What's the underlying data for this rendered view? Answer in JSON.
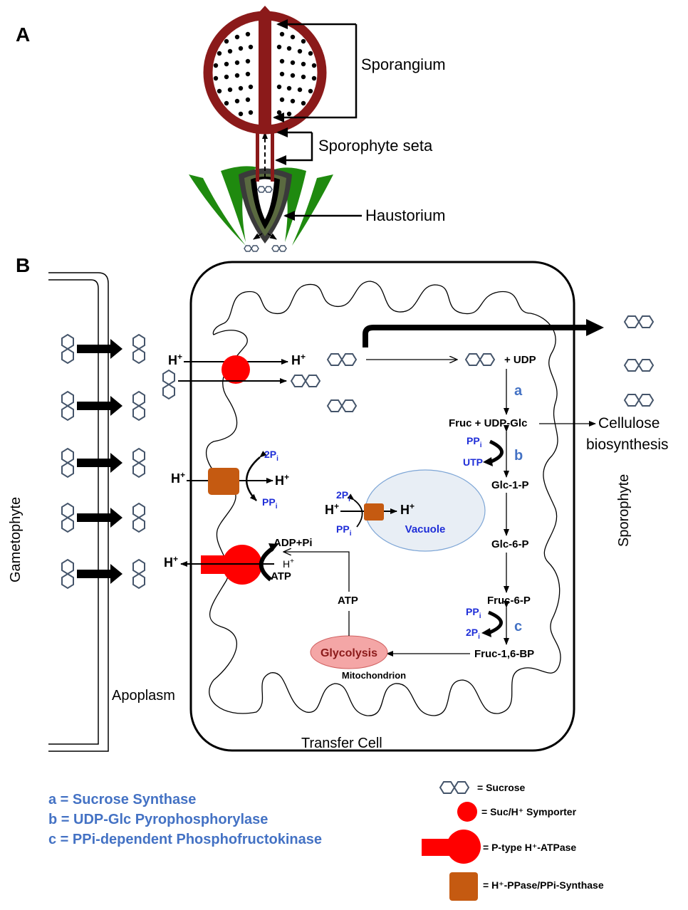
{
  "panel_a": {
    "letter": "A",
    "labels": {
      "sporangium": "Sporangium",
      "seta": "Sporophyte seta",
      "haustorium": "Haustorium"
    }
  },
  "panel_b": {
    "letter": "B",
    "regions": {
      "gametophyte": "Gametophyte",
      "sporophyte": "Sporophyte",
      "apoplasm": "Apoplasm",
      "transfer_cell": "Transfer Cell"
    },
    "ions": {
      "h": "H",
      "plus": "+",
      "pi_sub": "i"
    },
    "pathway": {
      "udp": "+ UDP",
      "a": "a",
      "fruc_udpglc": "Fruc + UDP-Glc",
      "cellulose_1": "Cellulose",
      "cellulose_2": "biosynthesis",
      "pp": "PP",
      "utp": "UTP",
      "b": "b",
      "glc1p": "Glc-1-P",
      "glc6p": "Glc-6-P",
      "fruc6p": "Fruc-6-P",
      "two_p": "2P",
      "c": "c",
      "fruc16bp": "Fruc-1,6-BP",
      "glycolysis": "Glycolysis",
      "mitochondrion": "Mitochondrion",
      "atp": "ATP",
      "adp_pi": "ADP+Pi",
      "vacuole": "Vacuole"
    }
  },
  "legend": {
    "enzymes": [
      "a = Sucrose Synthase",
      "b = UDP-Glc Pyrophosphorylase",
      "c = PPi-dependent Phosphofructokinase"
    ],
    "symbols": {
      "sucrose": "= Sucrose",
      "symporter": "= Suc/H⁺ Symporter",
      "atpase": "= P-type H⁺-ATPase",
      "ppase": "= H⁺-PPase/PPi-Synthase"
    }
  },
  "colors": {
    "sporangium": "#8b1a1a",
    "leaf_green": "#1f8a0f",
    "symporter_red": "#ff0000",
    "ppase_orange": "#c55a11",
    "enzyme_blue": "#4472c4",
    "ion_blue": "#1f2ed8",
    "sucrose_outline": "#44546a",
    "vacuole_fill": "#e8eef5",
    "glycolysis_fill": "#f4a6a6"
  }
}
